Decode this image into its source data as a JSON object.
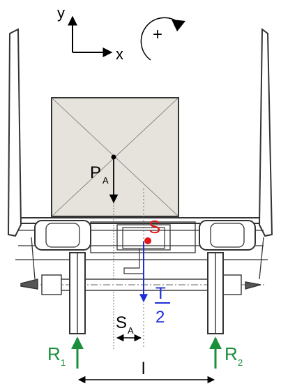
{
  "axes": {
    "y_label": "y",
    "x_label": "x"
  },
  "rotation": {
    "sign": "+"
  },
  "labels": {
    "load_main": "P",
    "load_sub": "A",
    "cg": "S",
    "force_num": "T",
    "force_den": "2",
    "offset_main": "S",
    "offset_sub": "A",
    "r1_main": "R",
    "r1_sub": "1",
    "r2_main": "R",
    "r2_sub": "2",
    "span": "l"
  },
  "colors": {
    "line": "#000000",
    "frame": "#333333",
    "cargo_fill": "#e6e2dc",
    "reaction": "#1a8f3c",
    "force": "#1f2fd6",
    "cg": "#e01818"
  }
}
